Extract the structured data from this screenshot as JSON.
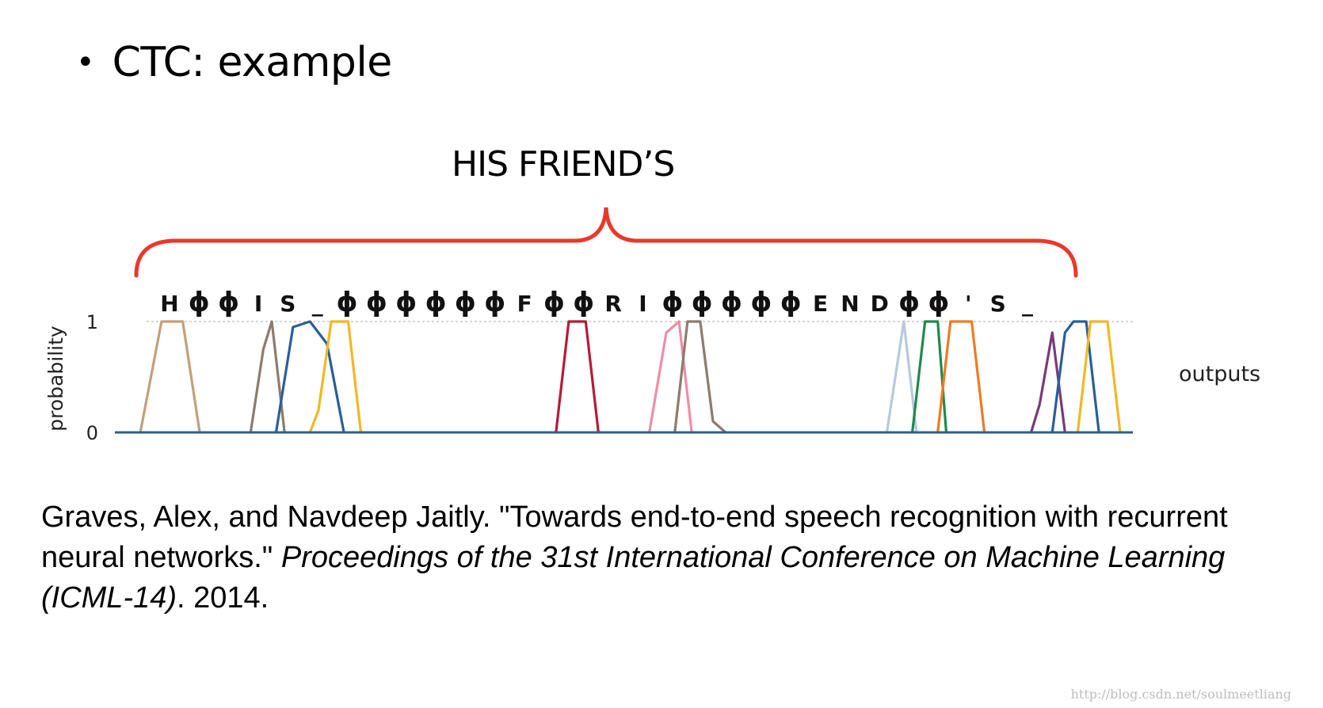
{
  "slide": {
    "bullet": "•",
    "title": "CTC: example",
    "phrase": "HIS FRIEND’S"
  },
  "chart_data": {
    "type": "line",
    "title": "",
    "xlabel": "",
    "ylabel": "probability",
    "y_ticks": [
      "0",
      "1"
    ],
    "ylim": [
      0,
      1
    ],
    "xlim": [
      0,
      120
    ],
    "side_label": "outputs",
    "brace_color": "#e8392b",
    "baseline_color": "#2e5d8c",
    "grid": false,
    "frame_labels": [
      "H",
      "ϕ",
      "ϕ",
      "I",
      "S",
      "_",
      "ϕ",
      "ϕ",
      "ϕ",
      "ϕ",
      "ϕ",
      "ϕ",
      "F",
      "ϕ",
      "ϕ",
      "R",
      "I",
      "ϕ",
      "ϕ",
      "ϕ",
      "ϕ",
      "ϕ",
      "E",
      "N",
      "D",
      "ϕ",
      "ϕ",
      "'",
      "S",
      "_"
    ],
    "series": [
      {
        "label": "H",
        "color": "#c2a07a",
        "points": [
          [
            3,
            0
          ],
          [
            5.5,
            1
          ],
          [
            8,
            1
          ],
          [
            10,
            0
          ]
        ]
      },
      {
        "label": "I",
        "color": "#8d7b70",
        "points": [
          [
            16,
            0
          ],
          [
            17.5,
            0.75
          ],
          [
            18.5,
            1
          ],
          [
            20,
            0
          ]
        ]
      },
      {
        "label": "S",
        "color": "#2a5f96",
        "points": [
          [
            19,
            0
          ],
          [
            21,
            0.95
          ],
          [
            23,
            1
          ],
          [
            25,
            0.8
          ],
          [
            27,
            0
          ]
        ]
      },
      {
        "label": "_",
        "color": "#f0b824",
        "points": [
          [
            23,
            0
          ],
          [
            24,
            0.2
          ],
          [
            25.5,
            1
          ],
          [
            27.5,
            1
          ],
          [
            29,
            0
          ]
        ]
      },
      {
        "label": "F",
        "color": "#b51a3a",
        "points": [
          [
            52,
            0
          ],
          [
            53.5,
            1
          ],
          [
            55.5,
            1
          ],
          [
            57,
            0
          ]
        ]
      },
      {
        "label": "R",
        "color": "#ec8ea8",
        "points": [
          [
            63,
            0
          ],
          [
            65,
            0.9
          ],
          [
            66.5,
            1
          ],
          [
            68,
            0
          ]
        ]
      },
      {
        "label": "I",
        "color": "#8d7b70",
        "points": [
          [
            66,
            0
          ],
          [
            67.5,
            1
          ],
          [
            69,
            1
          ],
          [
            70.5,
            0.1
          ],
          [
            72,
            0
          ]
        ]
      },
      {
        "label": "E",
        "color": "#b7c9dd",
        "points": [
          [
            91,
            0
          ],
          [
            93,
            1
          ],
          [
            94.5,
            0
          ]
        ]
      },
      {
        "label": "N",
        "color": "#1e8a4a",
        "points": [
          [
            94,
            0
          ],
          [
            95.5,
            1
          ],
          [
            97,
            1
          ],
          [
            98,
            0
          ]
        ]
      },
      {
        "label": "D",
        "color": "#ef7a23",
        "points": [
          [
            97,
            0
          ],
          [
            98.5,
            1
          ],
          [
            101,
            1
          ],
          [
            102.5,
            0
          ]
        ]
      },
      {
        "label": "'",
        "color": "#7a3a7a",
        "points": [
          [
            108,
            0
          ],
          [
            109,
            0.25
          ],
          [
            110.5,
            0.9
          ],
          [
            112,
            0
          ]
        ]
      },
      {
        "label": "S",
        "color": "#2a5f96",
        "points": [
          [
            110.5,
            0
          ],
          [
            112,
            0.9
          ],
          [
            113,
            1
          ],
          [
            114.5,
            1
          ],
          [
            116,
            0
          ]
        ]
      },
      {
        "label": "_",
        "color": "#f0b824",
        "points": [
          [
            113.5,
            0
          ],
          [
            115,
            1
          ],
          [
            117,
            1
          ],
          [
            118.5,
            0
          ]
        ]
      }
    ]
  },
  "citation": {
    "plain_1": "Graves, Alex, and Navdeep Jaitly. \"Towards end-to-end speech recognition with recurrent neural networks.\" ",
    "italic": "Proceedings of the 31st International Conference on Machine Learning (ICML-14)",
    "plain_2": ". 2014."
  },
  "watermark": "http://blog.csdn.net/soulmeetliang"
}
